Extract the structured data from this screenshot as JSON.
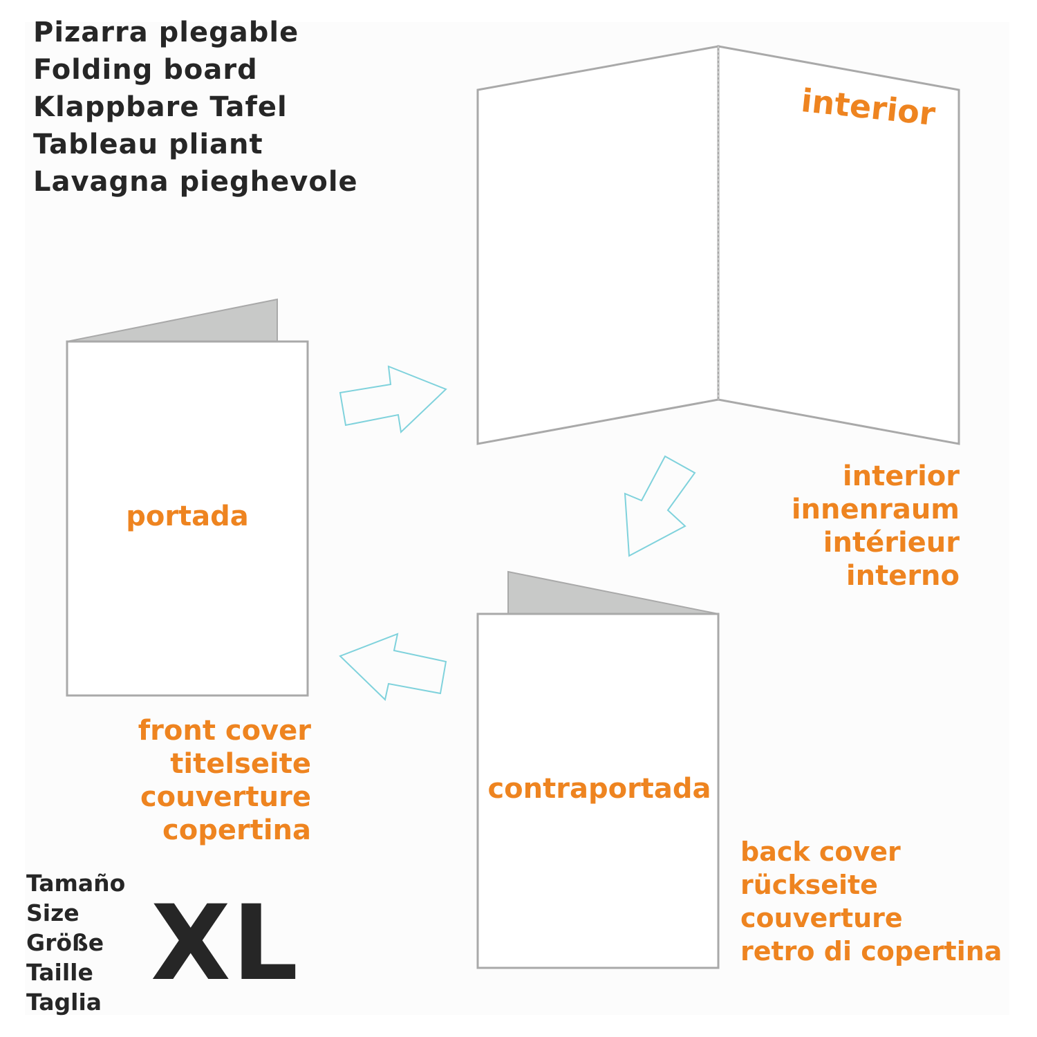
{
  "title_lines": [
    "Pizarra plegable",
    "Folding board",
    "Klappbare Tafel",
    "Tableau pliant",
    "Lavagna pieghevole"
  ],
  "open_board": {
    "label": "interior"
  },
  "front_card": {
    "label": "portada"
  },
  "back_card": {
    "label": "contraportada"
  },
  "interior_translations": [
    "interior",
    "innenraum",
    "intérieur",
    "interno"
  ],
  "front_translations": [
    "front cover",
    "titelseite",
    "couverture",
    "copertina"
  ],
  "back_translations": [
    "back cover",
    "rückseite",
    "couverture",
    "retro di copertina"
  ],
  "size": {
    "labels": [
      "Tamaño",
      "Size",
      "Größe",
      "Taille",
      "Taglia"
    ],
    "value": "XL"
  },
  "colors": {
    "accent": "#ee8420",
    "text": "#262626",
    "outline": "#a9a9a9",
    "flap": "#c8c9c8",
    "arrow": "#7fd2dc"
  }
}
